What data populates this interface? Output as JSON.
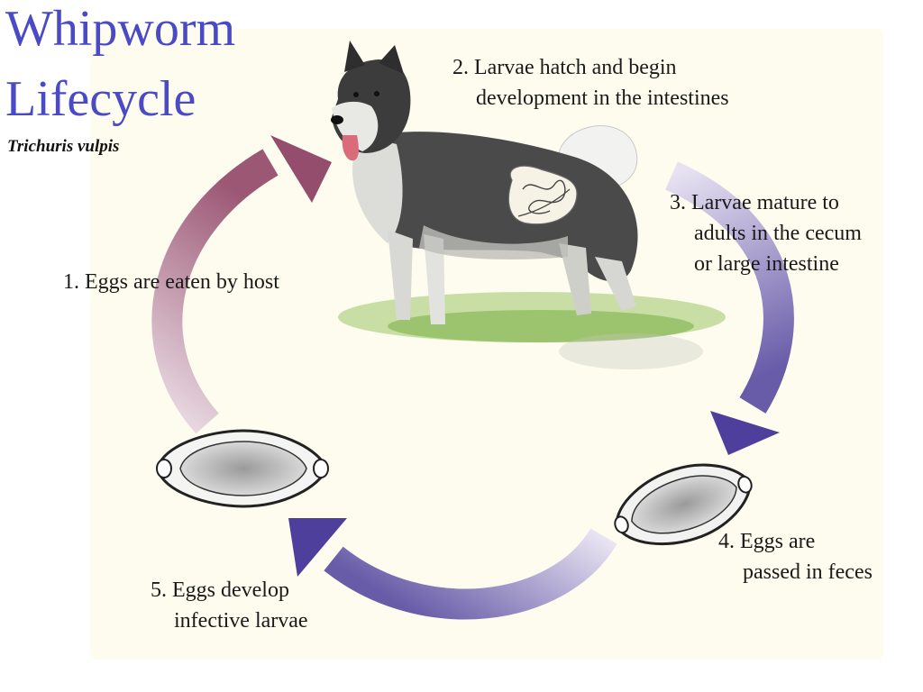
{
  "title_line1": "Whipworm",
  "title_line2": "Lifecycle",
  "subtitle": "Trichuris vulpis",
  "steps": {
    "s1": {
      "line1": "1. Eggs are eaten by host"
    },
    "s2": {
      "line1": "2. Larvae hatch and begin",
      "line2": "development in the intestines"
    },
    "s3": {
      "line1": "3. Larvae mature to",
      "line2": "adults in the cecum",
      "line3": "or large intestine"
    },
    "s4": {
      "line1": "4. Eggs are",
      "line2": "passed in feces"
    },
    "s5": {
      "line1": "5. Eggs develop",
      "line2": "infective larvae"
    }
  },
  "colors": {
    "title": "#4a4ac6",
    "arrow_maroon": "#8a3a5e",
    "arrow_purple": "#5b4ea8",
    "grass": "#7fb24a"
  },
  "icons": [
    "husky-dog-illustration",
    "whipworm-icon",
    "egg-icon",
    "cycle-arrow-icon"
  ]
}
